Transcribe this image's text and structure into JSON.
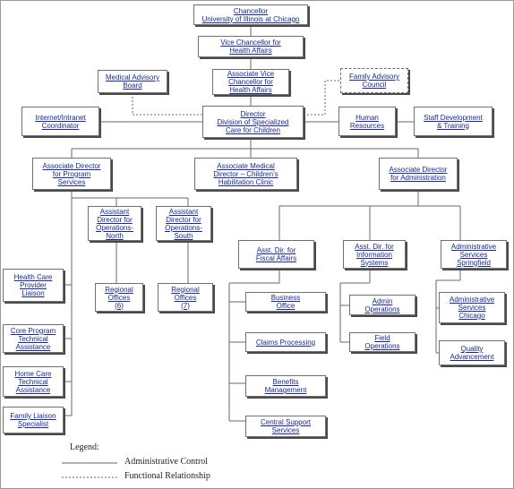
{
  "boxes": {
    "chancellor": "Chancellor\nUniversity of Illinois at Chicago",
    "vice_chancellor": "Vice Chancellor for\nHealth Affairs",
    "medical_advisory": "Medical Advisory\nBoard",
    "assoc_vice_chancellor": "Associate Vice\nChancellor for\nHealth Affairs",
    "family_advisory": "Family Advisory\nCouncil",
    "internet_coordinator": "Internet/Intranet\nCoordinator",
    "director": "Director\nDivision of Specialized\nCare for Children",
    "human_resources": "Human\nResources",
    "staff_development": "Staff Development\n& Training",
    "ad_program_services": "Associate Director\nfor Program\nServices",
    "assoc_medical_director": "Associate Medical\nDirector – Children's\nHabilitation Clinic",
    "ad_administration": "Associate Director\nfor Administration",
    "asst_dir_north": "Assistant\nDirector for\nOperations-\nNorth",
    "asst_dir_south": "Assistant\nDirector for\nOperations-\nSouth",
    "regional_6": "Regional\nOffices\n(6)",
    "regional_7": "Regional\nOffices\n(7)",
    "asst_dir_fiscal": "Asst. Dir. for\nFiscal Affairs",
    "asst_dir_info": "Asst. Dir. for\nInformation\nSystems",
    "admin_springfield": "Administrative\nServices\nSpringfield",
    "health_care_liaison": "Health Care\nProvider\nLiaison",
    "core_program": "Core Program\nTechnical\nAssistance",
    "home_care": "Home Care\nTechnical\nAssistance",
    "family_liaison": "Family Liaison\nSpecialist",
    "business_office": "Business\nOffice",
    "claims_processing": "Claims Processing",
    "benefits_management": "Benefits\nManagement",
    "central_support": "Central Support\nServices",
    "admin_operations": "Admin\nOperations",
    "field_operations": "Field\nOperations",
    "admin_chicago": "Administrative\nServices\nChicago",
    "quality_advancement": "Quality\nAdvancement"
  },
  "legend": {
    "title": "Legend:",
    "administrative_control": "Administrative Control",
    "functional_relationship": "Functional Relationship"
  },
  "colors": {
    "line": "#6a6a6a",
    "text": "#1a2a80",
    "shadow": "#4a4a4a"
  }
}
